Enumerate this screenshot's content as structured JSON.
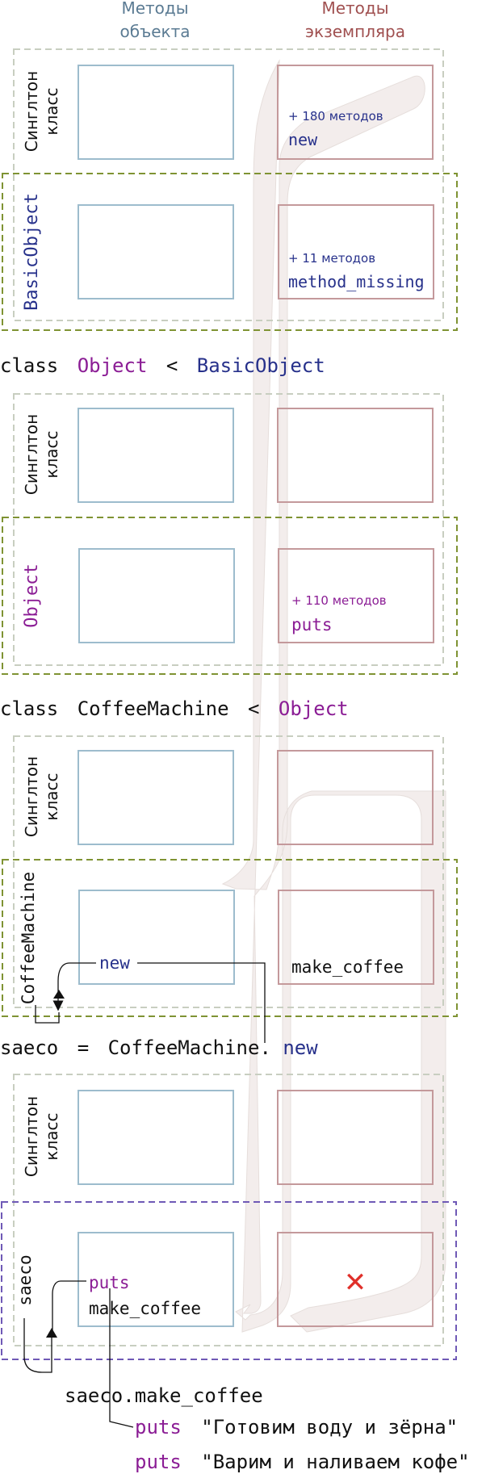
{
  "colors": {
    "object_methods": "#5b7b93",
    "instance_methods": "#a05050",
    "object_box": "#9dbccd",
    "instance_box": "#c4999b",
    "class_dash": "#c8cec0",
    "focus_dash": "#7f9333",
    "instance_dash": "#6f59b6",
    "navy": "#27318b",
    "purple": "#8b1d95",
    "red_cross": "#e0302a",
    "text": "#111111",
    "flow": "#efe8e6",
    "flow_edge": "#ded3d0"
  },
  "headers": {
    "object_methods": [
      "Методы",
      "объекта"
    ],
    "instance_methods": [
      "Методы",
      "экземпляра"
    ]
  },
  "basic_object": {
    "singleton_label": [
      "Синглтон",
      "класс"
    ],
    "name": "BasicObject",
    "singleton_instance_count": "+ 180 методов",
    "singleton_instance_method": "new",
    "class_instance_count": "+ 11 методов",
    "class_instance_method": "method_missing"
  },
  "object_class": {
    "declaration": {
      "keyword": "class",
      "name": "Object",
      "operator": "<",
      "parent": "BasicObject"
    },
    "singleton_label": [
      "Синглтон",
      "класс"
    ],
    "name": "Object",
    "class_instance_count": "+ 110 методов",
    "class_instance_method": "puts"
  },
  "coffee_machine": {
    "declaration": {
      "keyword": "class",
      "name": "CoffeeMachine",
      "operator": "<",
      "parent": "Object"
    },
    "singleton_label": [
      "Синглтон",
      "класс"
    ],
    "name": "CoffeeMachine",
    "object_method": "new",
    "instance_method": "make_coffee"
  },
  "saeco": {
    "assignment": {
      "target": "saeco",
      "operator": "=",
      "receiver": "CoffeeMachine.",
      "method": "new"
    },
    "singleton_label": [
      "Синглтон",
      "класс"
    ],
    "name": "saeco",
    "object_method_1": "puts",
    "object_method_2": "make_coffee",
    "instance_symbol": "✕"
  },
  "code": {
    "call": "saeco.make_coffee",
    "line_1_method": "puts",
    "line_1_arg": "\"Готовим воду и зёрна\"",
    "line_2_method": "puts",
    "line_2_arg": "\"Варим и наливаем кофе\""
  }
}
